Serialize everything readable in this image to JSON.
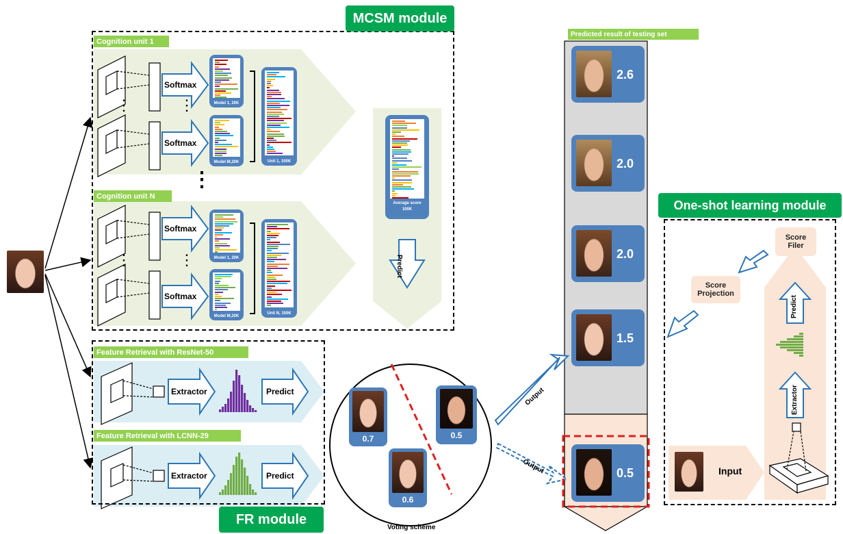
{
  "mcsm": {
    "title": "MCSM module",
    "unit1_label": "Cognition unit 1",
    "unitN_label": "Cognition unit N",
    "softmax": "Softmax",
    "model1_cap": "Model  1, 20K",
    "modelM_cap": "Model  M,20K",
    "unit1_cap": "Unit 1, 100K",
    "unitN_cap": "Unit N, 100K",
    "avg_cap_line1": "Average score",
    "avg_cap_line2": "100K",
    "predict": "Predict"
  },
  "fr": {
    "title": "FR module",
    "resnet_label": "Feature Retrieval with ResNet-50",
    "lcnn_label": "Feature Retrieval with LCNN-29",
    "extractor": "Extractor",
    "predict": "Predict"
  },
  "voting": {
    "caption": "Voting scheme",
    "scores": [
      "0.7",
      "0.5",
      "0.6"
    ],
    "output": "Output"
  },
  "predicted": {
    "title": "Predicted result of testing set",
    "scores": [
      "2.6",
      "2.0",
      "2.0",
      "1.5",
      "0.5"
    ]
  },
  "oneshot": {
    "title": "One-shot learning module",
    "score_filer_1": "Score",
    "score_filer_2": "Filer",
    "score_proj_1": "Score",
    "score_proj_2": "Projection",
    "predict": "Predict",
    "extractor": "Extractor",
    "input": "Input"
  },
  "colors": {
    "green_tag": "#00a651",
    "light_green_tag": "#92d050",
    "card_blue": "#4f81bd",
    "arrow_blue": "#2e75b6",
    "dash_red": "#e02020",
    "peach": "#fbe5d6",
    "pale_green": "#ebf1de",
    "pale_blue": "#dbeef4"
  }
}
